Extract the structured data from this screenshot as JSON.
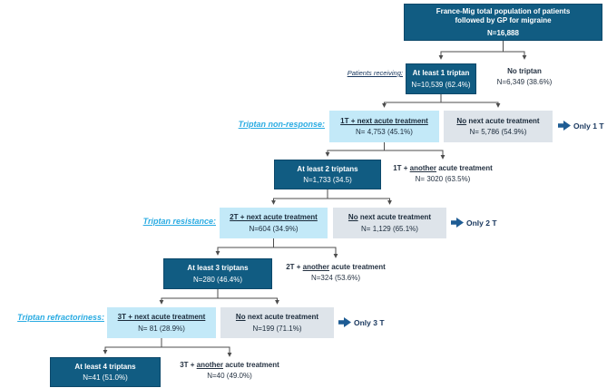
{
  "root": {
    "line1": "France-Mig total population of patients",
    "line2": "followed by GP for migraine",
    "n": "N=16,888"
  },
  "level1": {
    "label": "Patients receiving:",
    "box_title": "At least 1 triptan",
    "box_n": "N=10,539 (62.4%)",
    "no_title": "No triptan",
    "no_n": "N=6,349 (38.6%)"
  },
  "nonresponse": {
    "label": "Triptan non-response:",
    "next_title": "1T + next acute treatment",
    "next_n": "N= 4,753 (45.1%)",
    "no_u": "No",
    "no_rest": " next acute treatment",
    "no_n": "N= 5,786 (54.9%)",
    "only": "Only 1 T"
  },
  "level2": {
    "box_title": "At least 2 triptans",
    "box_n": "N=1,733 (34.5)",
    "another_pre": "1T + ",
    "another_u": "another",
    "another_post": " acute treatment",
    "another_n": "N= 3020 (63.5%)"
  },
  "resistance": {
    "label": "Triptan resistance:",
    "next_title": "2T + next acute treatment",
    "next_n": "N=604 (34.9%)",
    "no_u": "No",
    "no_rest": " next acute treatment",
    "no_n": "N= 1,129 (65.1%)",
    "only": "Only 2 T"
  },
  "level3": {
    "box_title": "At least 3 triptans",
    "box_n": "N=280 (46.4%)",
    "another_pre": "2T + ",
    "another_u": "another",
    "another_post": " acute treatment",
    "another_n": "N=324 (53.6%)"
  },
  "refractoriness": {
    "label": "Triptan refractoriness:",
    "next_title": "3T + next acute treatment",
    "next_n": "N= 81 (28.9%)",
    "no_u": "No",
    "no_rest": " next acute treatment",
    "no_n": "N=199 (71.1%)",
    "only": "Only 3 T"
  },
  "level4": {
    "box_title": "At least 4 triptans",
    "box_n": "N=41 (51.0%)",
    "another_pre": "3T + ",
    "another_u": "another",
    "another_post": " acute treatment",
    "another_n": "N=40 (49.0%)"
  },
  "colors": {
    "dark_box": "#115C82",
    "light_blue_box": "#C3E9F8",
    "gray_box": "#DEE4EA",
    "cyan_label": "#29ABE2",
    "navy_text": "#17365D",
    "connector": "#4D4D4D"
  }
}
